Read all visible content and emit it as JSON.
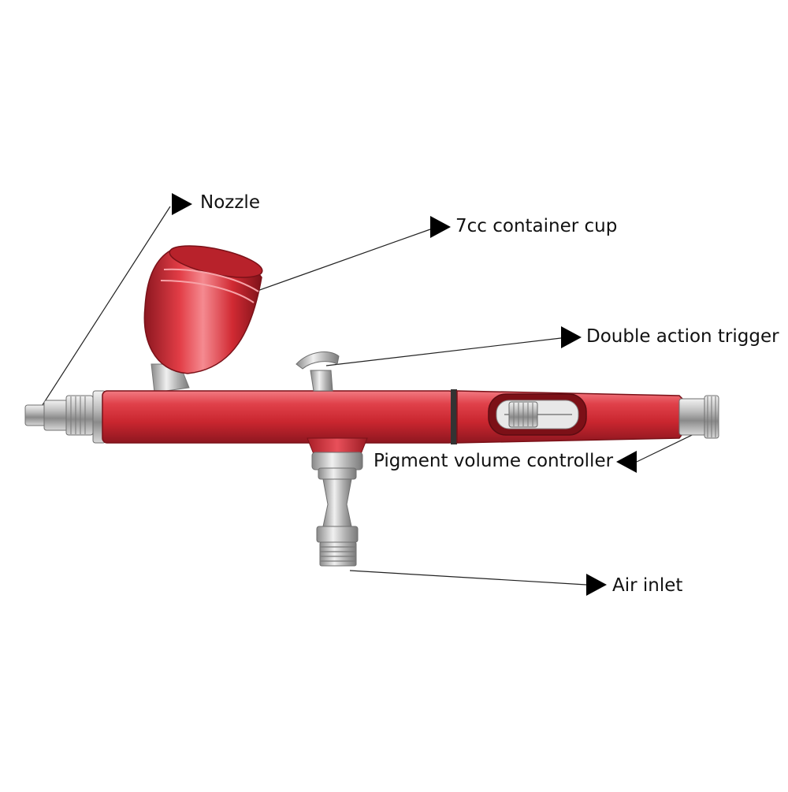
{
  "colors": {
    "body_red": "#d32f37",
    "body_red_dark": "#9c1c24",
    "body_red_light": "#f0707a",
    "chrome": "#c9c9c9",
    "chrome_dark": "#7d7d7d",
    "leader_line": "#222222",
    "arrow": "#000000"
  },
  "callouts": [
    {
      "id": "nozzle",
      "text": "Nozzle",
      "icon": "triangle-right-arrow-icon"
    },
    {
      "id": "cup",
      "text": "7cc container cup",
      "icon": "triangle-right-arrow-icon"
    },
    {
      "id": "trigger",
      "text": "Double action trigger",
      "icon": "triangle-right-arrow-icon"
    },
    {
      "id": "pigment",
      "text": "Pigment volume controller",
      "icon": "triangle-left-arrow-icon"
    },
    {
      "id": "air",
      "text": "Air inlet",
      "icon": "triangle-right-arrow-icon"
    }
  ]
}
